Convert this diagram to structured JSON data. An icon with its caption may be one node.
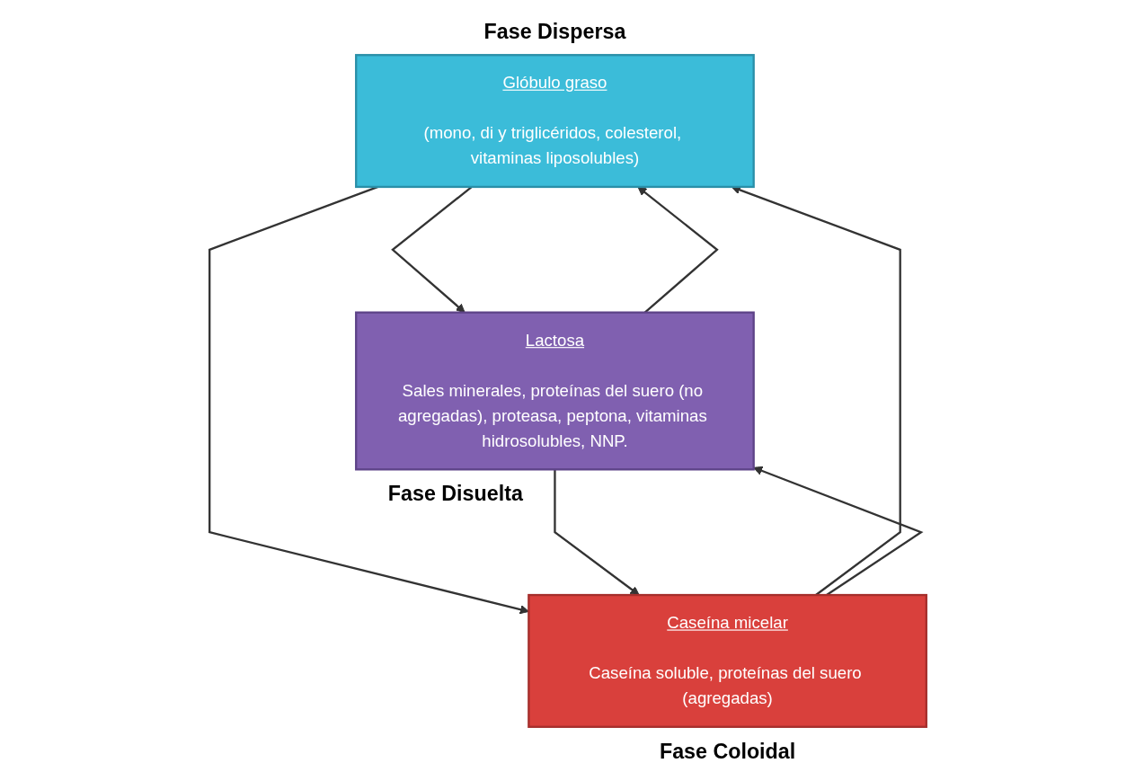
{
  "diagram": {
    "nodes": [
      {
        "text": [
          "Glóbulo graso",
          "(mono, di y triglicéridos, colesterol, vitaminas liposolubles)"
        ],
        "beside": [
          "Fase Dispersa"
        ]
      },
      {
        "text": [
          "Lactosa",
          "Sales minerales, proteínas del suero (no agregadas), proteasa, peptona, vitaminas hidrosolubles, NNP."
        ],
        "beside": [
          "Fase Disuelta"
        ]
      },
      {
        "text": [
          "Caseína micelar",
          "Caseína soluble, proteínas del suero (agregadas)"
        ],
        "beside": [
          "Fase Coloidal"
        ]
      }
    ],
    "edges": [
      {
        "from": 1,
        "to": 0,
        "arrow": "to"
      },
      {
        "from": 0,
        "to": 1,
        "arrow": "to"
      },
      {
        "from": 0,
        "to": 2,
        "arrow": "to"
      },
      {
        "from": 2,
        "to": 0,
        "arrow": "to"
      },
      {
        "from": 1,
        "to": 2,
        "arrow": "to"
      },
      {
        "from": 2,
        "to": 1,
        "arrow": "to"
      }
    ]
  }
}
